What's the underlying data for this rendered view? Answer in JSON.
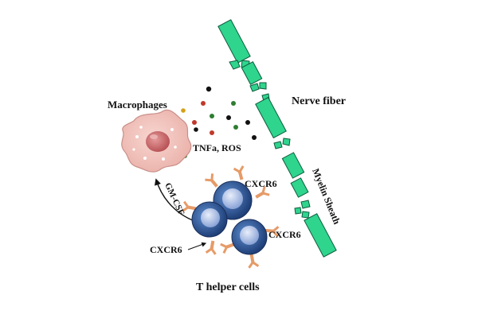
{
  "labels": {
    "macrophages": "Macrophages",
    "nerve_fiber": "Nerve fiber",
    "cytokines": "TNFa, ROS",
    "myelin_sheath": "Myelin Sheath",
    "gm_csf": "GM-CSF",
    "cxcr6_top": "CXCR6",
    "cxcr6_right": "CXCR6",
    "cxcr6_left": "CXCR6",
    "t_helper_cells": "T helper cells"
  },
  "colors": {
    "myelin": "#2fd48d",
    "myelin_stroke": "#0d5c3d",
    "macrophage_body": "#f4c6c0",
    "macrophage_nucleus": "#cf6b6b",
    "t_cell_outer": "#3f6fae",
    "t_cell_inner": "#a9bde4",
    "receptor": "#e69b68"
  },
  "icons": {
    "macrophage": "macrophage-cell-icon",
    "t_cell": "t-helper-cell-icon",
    "receptor": "receptor-icon",
    "myelin_segment": "myelin-segment-icon"
  }
}
